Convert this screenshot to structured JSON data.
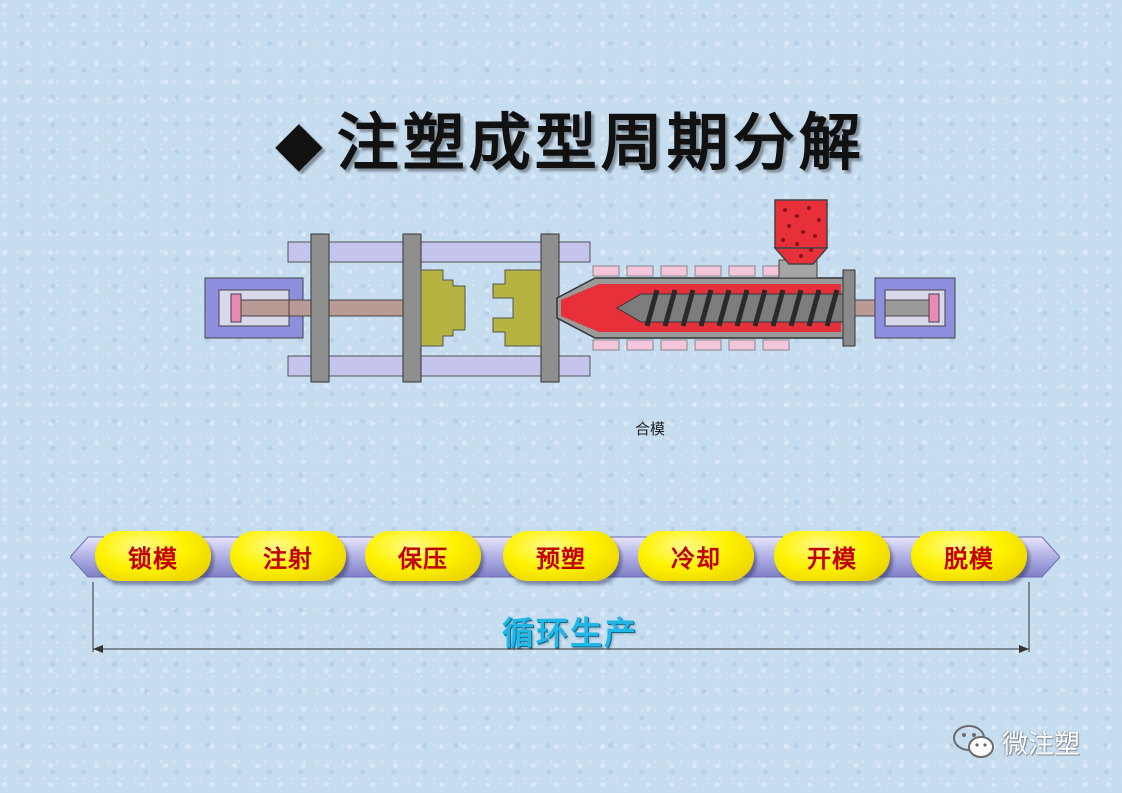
{
  "slide": {
    "title_marker": "◆",
    "title": "注塑成型周期分解",
    "machine_caption": "合模",
    "cycle_steps": [
      {
        "label": "锁模"
      },
      {
        "label": "注射"
      },
      {
        "label": "保压"
      },
      {
        "label": "预塑"
      },
      {
        "label": "冷却"
      },
      {
        "label": "开模"
      },
      {
        "label": "脱模"
      }
    ],
    "cycle_label": "循环生产",
    "watermark": "微注塑"
  },
  "colors": {
    "background": "#c6dcef",
    "cylinder_blue": "#8f8fe0",
    "frame_lavender": "#c4c4ec",
    "mold_olive": "#b7b340",
    "melt_red": "#e8303a",
    "heater_pink": "#f4c6dc",
    "pill_yellow": "#fff200",
    "pill_text_red": "#c20000",
    "cycle_text_cyan": "#22b7e6"
  }
}
